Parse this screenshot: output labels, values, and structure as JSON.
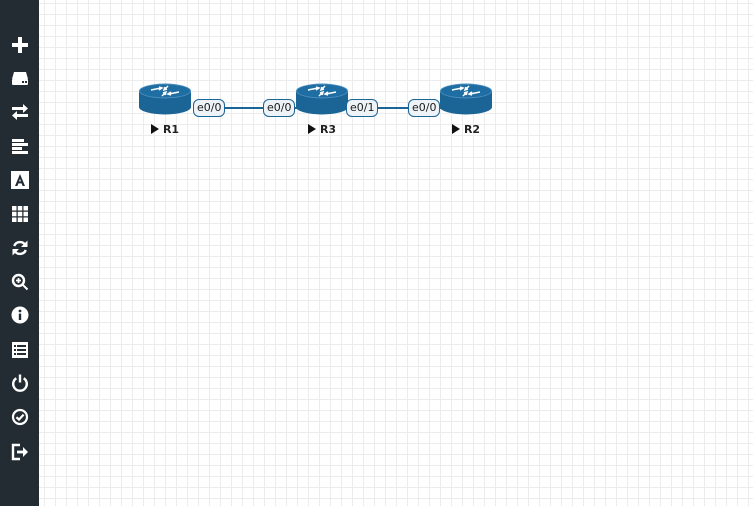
{
  "sidebar": {
    "tools": [
      {
        "name": "add-icon",
        "label": "Add an object"
      },
      {
        "name": "nodes-icon",
        "label": "Nodes"
      },
      {
        "name": "networks-icon",
        "label": "Networks"
      },
      {
        "name": "startup-configs-icon",
        "label": "Startup-configs"
      },
      {
        "name": "text-icon",
        "label": "Text"
      },
      {
        "name": "grid-icon",
        "label": "Pictures"
      },
      {
        "name": "refresh-icon",
        "label": "Refresh"
      },
      {
        "name": "zoom-icon",
        "label": "Zoom"
      },
      {
        "name": "info-icon",
        "label": "Status"
      },
      {
        "name": "list-icon",
        "label": "Lab details"
      },
      {
        "name": "power-icon",
        "label": "Close lab"
      },
      {
        "name": "check-icon",
        "label": "Lock lab"
      },
      {
        "name": "logout-icon",
        "label": "Logout"
      }
    ]
  },
  "topology": {
    "nodes": [
      {
        "id": "R1",
        "label": "R1",
        "icon": "router-icon",
        "status": "stopped"
      },
      {
        "id": "R3",
        "label": "R3",
        "icon": "router-icon",
        "status": "stopped"
      },
      {
        "id": "R2",
        "label": "R2",
        "icon": "router-icon",
        "status": "stopped"
      }
    ],
    "links": [
      {
        "from": "R1",
        "from_port": "e0/0",
        "to": "R3",
        "to_port": "e0/0"
      },
      {
        "from": "R3",
        "from_port": "e0/1",
        "to": "R2",
        "to_port": "e0/0"
      }
    ]
  },
  "colors": {
    "sidebar_bg": "#232b33",
    "sidebar_icon": "#ffffff",
    "router_fill": "#1a6496",
    "link": "#1a6496"
  }
}
